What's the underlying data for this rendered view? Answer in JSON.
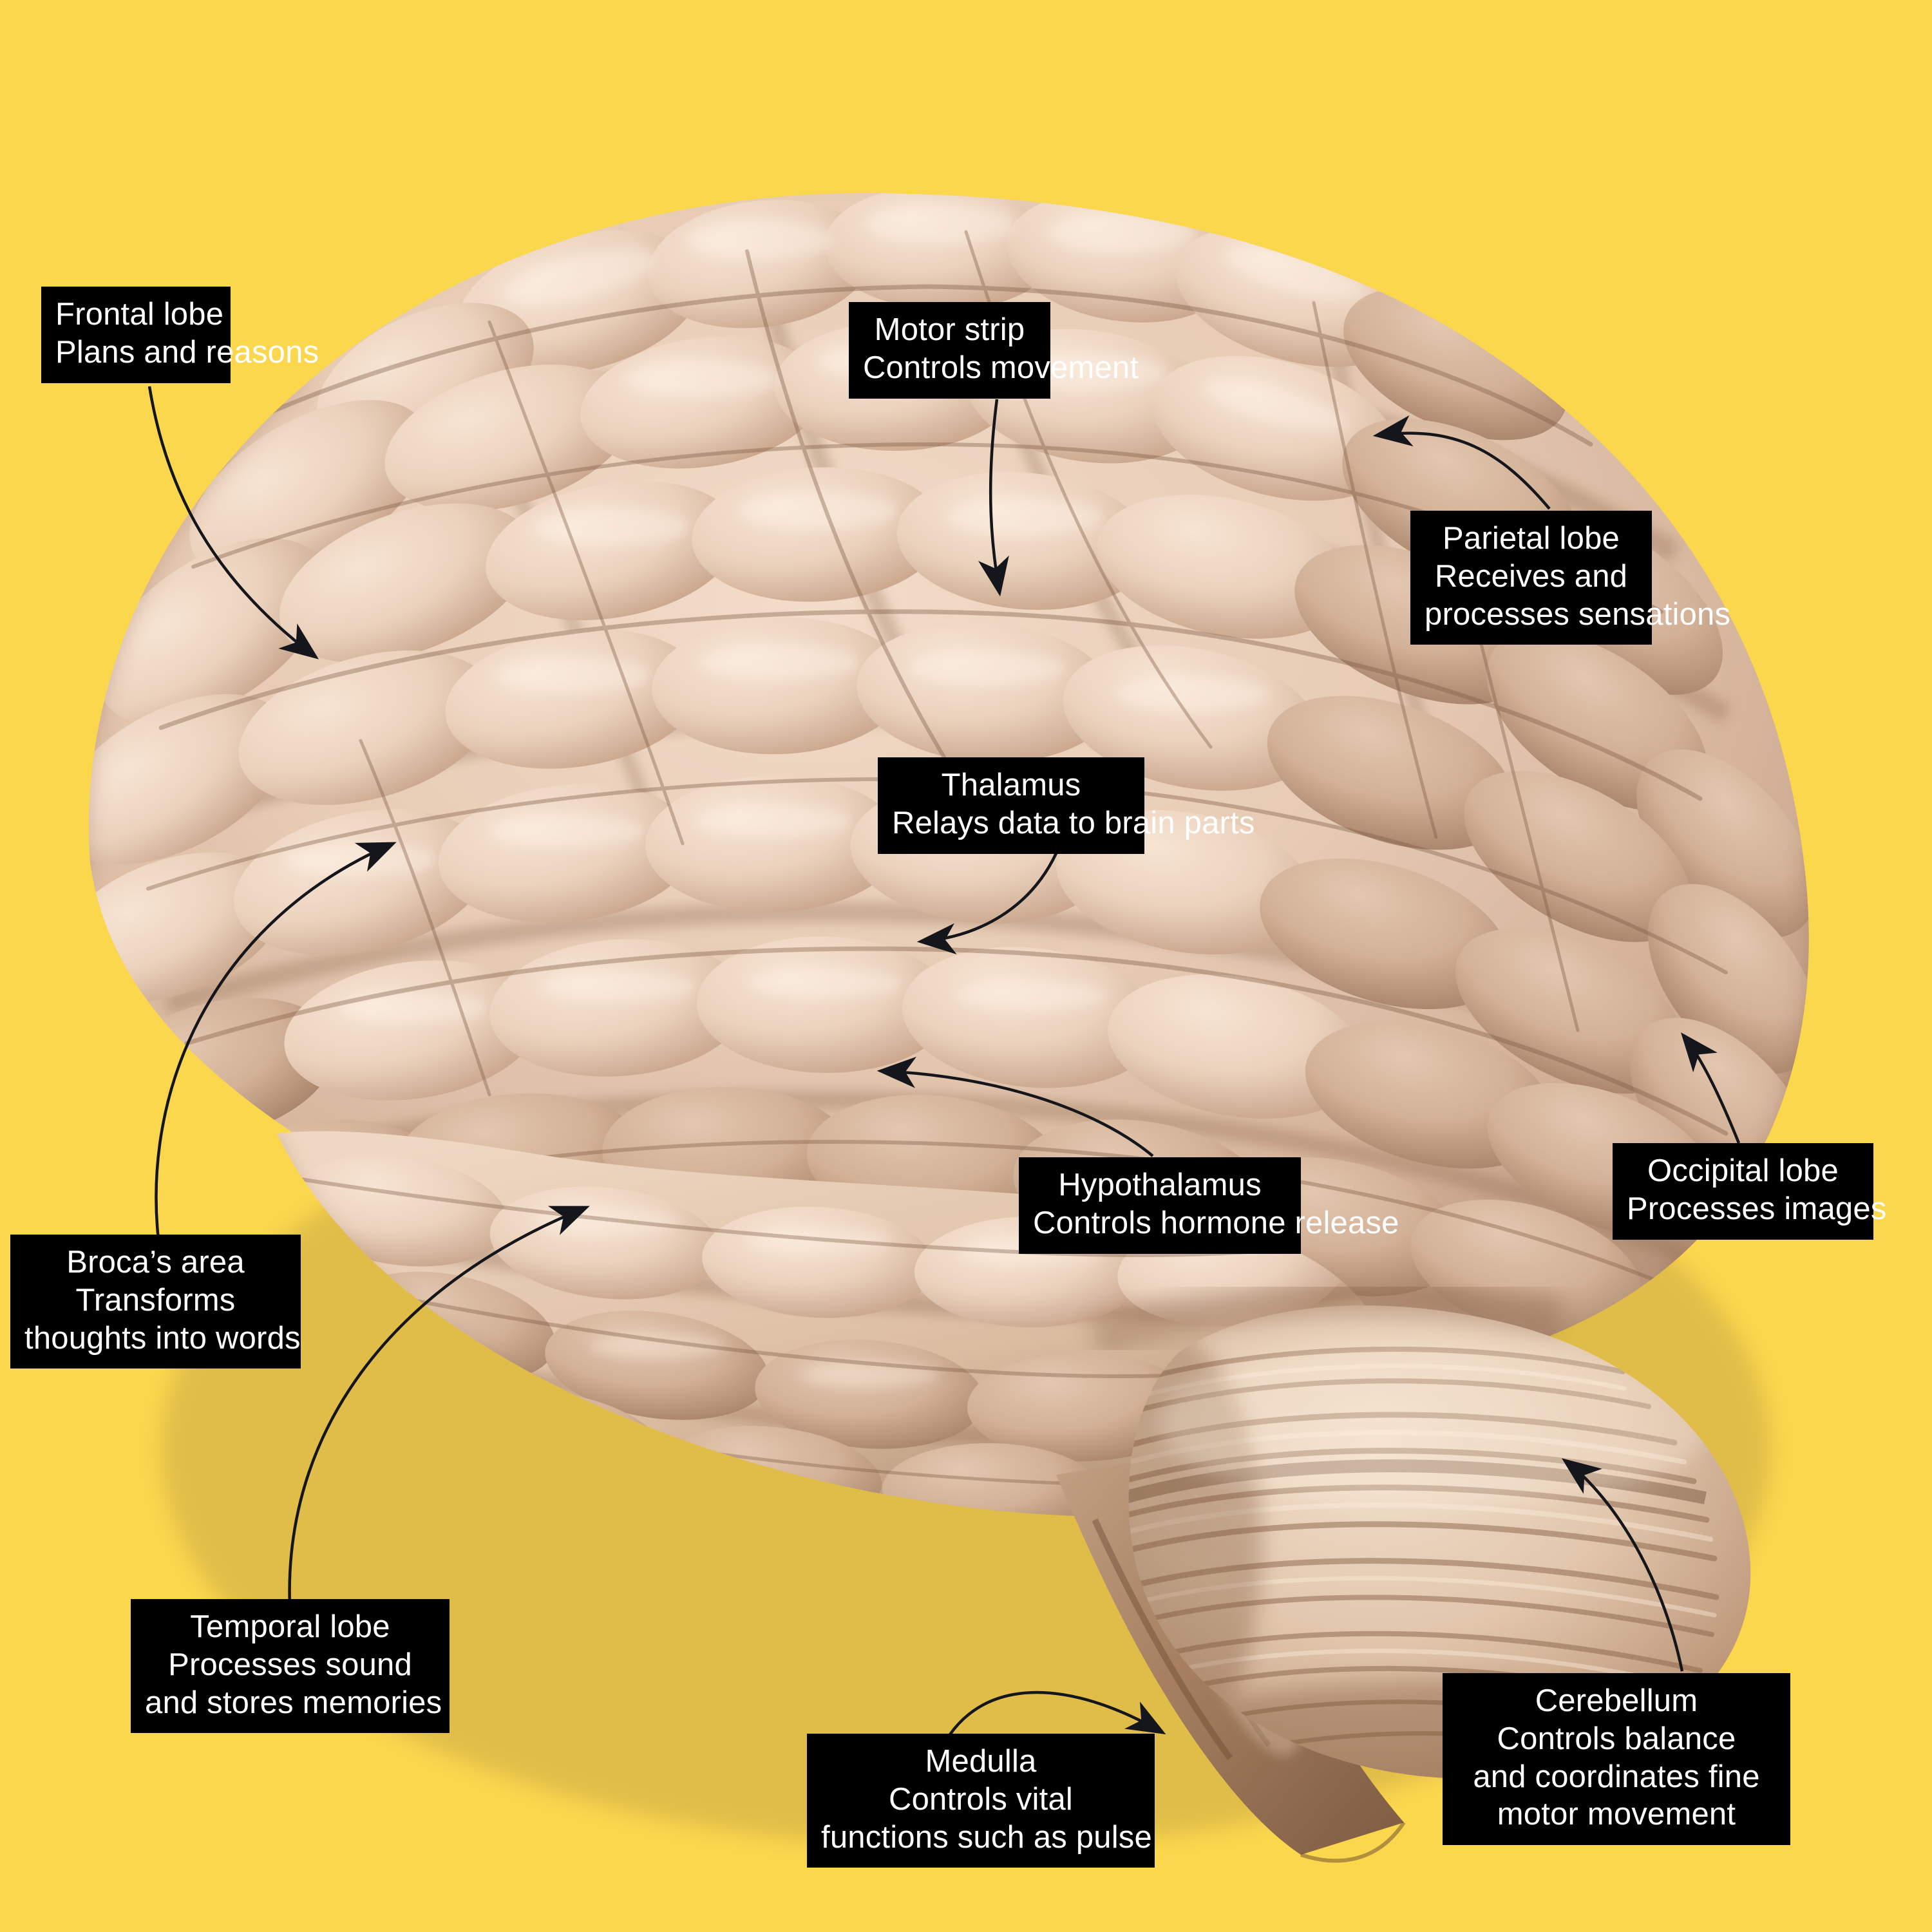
{
  "figure": {
    "title": "Labeled human brain anatomy diagram",
    "background_color": "#FBD74E",
    "label_box_color": "#000000",
    "label_text_color": "#FFFFFF",
    "leader_line_color": "#15161c",
    "brain_tissue_color": "#E8CDB8",
    "brain_shadow_color": "#A98straight"
  },
  "labels": [
    {
      "id": "frontal-lobe",
      "name": "Frontal lobe",
      "function": "Plans and reasons",
      "lines": [
        "Frontal lobe",
        "Plans and reasons"
      ],
      "text": "Frontal lobe\nPlans and reasons"
    },
    {
      "id": "motor-strip",
      "name": "Motor strip",
      "function": "Controls movement",
      "lines": [
        "Motor strip",
        "Controls movement"
      ],
      "text": "Motor strip\nControls movement"
    },
    {
      "id": "parietal-lobe",
      "name": "Parietal lobe",
      "function": "Receives and processes sensations",
      "lines": [
        "Parietal lobe",
        "Receives and",
        "processes sensations"
      ],
      "text": "Parietal lobe\nReceives and\nprocesses sensations"
    },
    {
      "id": "thalamus",
      "name": "Thalamus",
      "function": "Relays data to brain parts",
      "lines": [
        "Thalamus",
        "Relays data to brain parts"
      ],
      "text": "Thalamus\nRelays data to brain parts"
    },
    {
      "id": "hypothalamus",
      "name": "Hypothalamus",
      "function": "Controls hormone release",
      "lines": [
        "Hypothalamus",
        "Controls hormone release"
      ],
      "text": "Hypothalamus\nControls hormone release"
    },
    {
      "id": "occipital-lobe",
      "name": "Occipital lobe",
      "function": "Processes images",
      "lines": [
        "Occipital lobe",
        "Processes images"
      ],
      "text": "Occipital lobe\nProcesses images"
    },
    {
      "id": "brocas-area",
      "name": "Broca’s area",
      "function": "Transforms thoughts into words",
      "lines": [
        "Broca’s area",
        "Transforms",
        "thoughts into words"
      ],
      "text": "Broca’s area\nTransforms\nthoughts into words"
    },
    {
      "id": "temporal-lobe",
      "name": "Temporal lobe",
      "function": "Processes sound and stores memories",
      "lines": [
        "Temporal lobe",
        "Processes sound",
        "and stores memories"
      ],
      "text": "Temporal lobe\nProcesses sound\nand stores memories"
    },
    {
      "id": "medulla",
      "name": "Medulla",
      "function": "Controls vital functions such as pulse",
      "lines": [
        "Medulla",
        "Controls vital",
        "functions such as pulse"
      ],
      "text": "Medulla\nControls vital\nfunctions such as pulse"
    },
    {
      "id": "cerebellum",
      "name": "Cerebellum",
      "function": "Controls balance and coordinates fine motor movement",
      "lines": [
        "Cerebellum",
        "Controls balance",
        "and coordinates fine",
        "motor movement"
      ],
      "text": "Cerebellum\nControls balance\nand coordinates fine\nmotor movement"
    }
  ]
}
